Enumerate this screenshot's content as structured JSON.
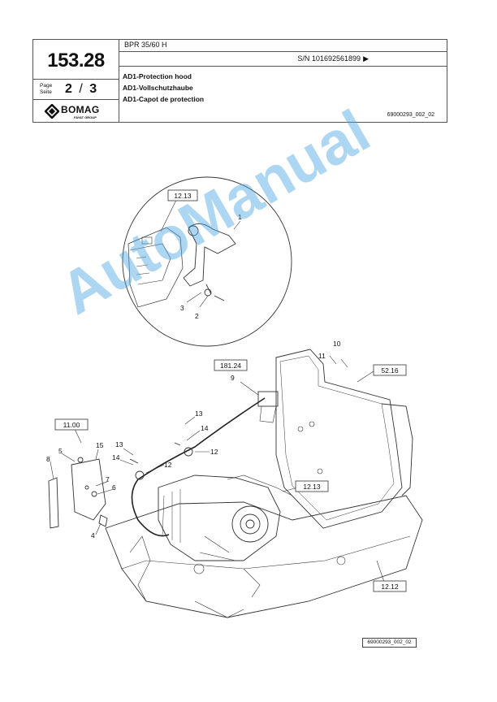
{
  "header": {
    "model": "BPR 35/60 H",
    "serial": "S/N 101692561899",
    "serial_arrow": "▶",
    "title_en": "AD1-Protection hood",
    "title_de": "AD1-Vollschutzhaube",
    "title_fr": "AD1-Capot de protection",
    "doc_number": "69000293_002_02",
    "page_code": "153.28",
    "page_label_en": "Page",
    "page_label_de": "Seite",
    "page_current": "2",
    "page_sep": "/",
    "page_total": "3",
    "brand": "BOMAG",
    "brand_sub": "FAYAT GROUP"
  },
  "watermark": "AutoManual",
  "drawing": {
    "refs": [
      "12.13",
      "181.24",
      "52.16",
      "11.00",
      "12.13",
      "12.12"
    ],
    "callouts": [
      "1",
      "2",
      "3",
      "11",
      "10",
      "9",
      "13",
      "14",
      "12",
      "15",
      "5",
      "8",
      "7",
      "6",
      "4",
      "13",
      "14",
      "12"
    ],
    "footer_ref": "69000293_002_02"
  },
  "colors": {
    "watermark": "#46a5e1",
    "line": "#333333"
  }
}
